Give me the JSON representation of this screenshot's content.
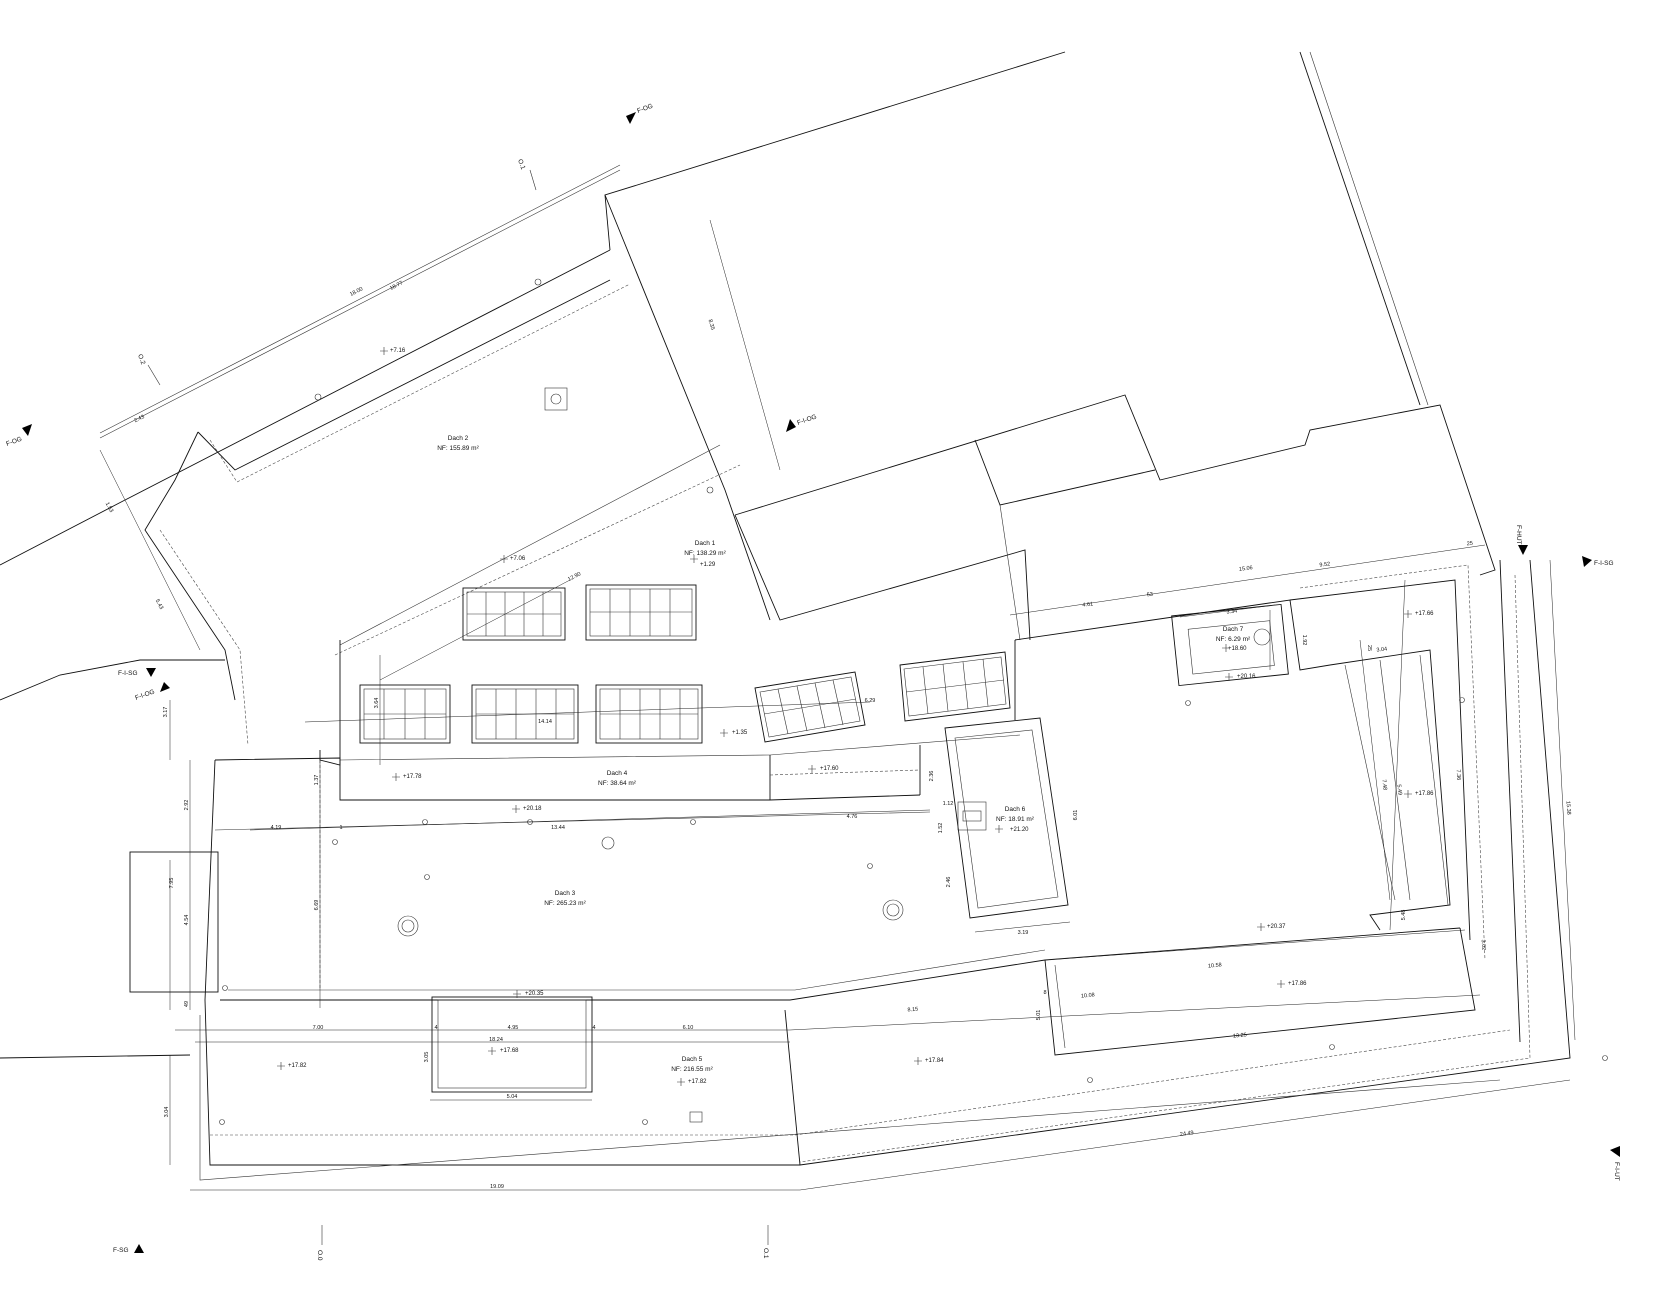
{
  "roofs": [
    {
      "name": "Dach 1",
      "area": "NF: 138.29 m²",
      "elev": "+1.29"
    },
    {
      "name": "Dach 2",
      "area": "NF: 155.89 m²"
    },
    {
      "name": "Dach 3",
      "area": "NF: 265.23 m²"
    },
    {
      "name": "Dach 4",
      "area": "NF: 38.64 m²"
    },
    {
      "name": "Dach 5",
      "area": "NF: 216.55 m²",
      "elev": "+17.82"
    },
    {
      "name": "Dach 6",
      "area": "NF: 18.91 m²",
      "elev": "+21.20"
    },
    {
      "name": "Dach 7",
      "area": "NF: 6.29 m²",
      "elev": "+18.60"
    }
  ],
  "elevations": [
    "+7.16",
    "+7.06",
    "+1.35",
    "+17.60",
    "+17.78",
    "+20.18",
    "+20.16",
    "+17.66",
    "+17.86",
    "+20.37",
    "+17.86",
    "+20.35",
    "+17.68",
    "+17.82",
    "+17.84"
  ],
  "sections": [
    "F-OG",
    "F-OG",
    "F-I-OG",
    "F-I-SG",
    "F-I-OG",
    "F-HUT",
    "F-I-SG",
    "F-I-UT",
    "F-SG"
  ],
  "axes": [
    "O.1",
    "O.2",
    "O.0",
    "O.1"
  ],
  "dimensions": [
    "18.00",
    "18.77",
    "2.43",
    "1.53",
    "5.43",
    "3.17",
    "8.35",
    "12.90",
    "14.14",
    "3.64",
    "6.29",
    "15.06",
    "9.52",
    "25",
    "4.61",
    "53",
    "3.34",
    "1.92",
    "25",
    "3.04",
    "7.48",
    "5.49",
    "7.36",
    "15.38",
    "4.19",
    "1",
    "13.44",
    "4.76",
    "1.12",
    "1.52",
    "2.46",
    "2.36",
    "6.01",
    "3.19",
    "1.37",
    "2.92",
    "7.95",
    "4.54",
    "49",
    "6.69",
    "5.48",
    "3.02",
    "10.58",
    "8",
    "10.08",
    "5.01",
    "8.15",
    "13.25",
    "7.00",
    "4",
    "4.95",
    "4",
    "6.10",
    "18.24",
    "3.05",
    "5.04",
    "3.04",
    "24.49",
    "19.09"
  ]
}
